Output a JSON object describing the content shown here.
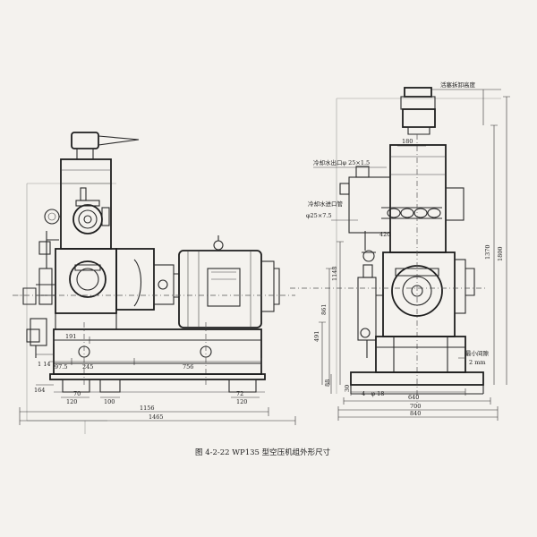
{
  "caption": "图 4-2-22   WP135 型空压机组外形尺寸",
  "front_view": {
    "dims": {
      "d191": "191",
      "d114": "1 14",
      "d97": "97.5",
      "d245": "245",
      "d756": "756",
      "d164": "164",
      "d70": "70",
      "d120a": "120",
      "d100": "100",
      "d120b": "120",
      "d72": "72",
      "d1156": "1156",
      "d1465": "1465"
    }
  },
  "side_view": {
    "labels": {
      "piston_height": "活塞拆卸高度",
      "water_out": "冷却水出口φ 25×1.5",
      "water_in_1": "冷却水进口管",
      "water_in_2": "φ25×7.5",
      "min_gap_1": "最小间隙",
      "min_gap_2": "2 mm"
    },
    "dims": {
      "d180": "180",
      "d420": "420",
      "d1370": "1370",
      "d1800": "1800",
      "d1148": "1148",
      "d861": "861",
      "d491": "491",
      "d88": "88",
      "d30": "30",
      "d4_18": "4 - φ 18",
      "d640": "640",
      "d700": "700",
      "d840": "840"
    }
  }
}
